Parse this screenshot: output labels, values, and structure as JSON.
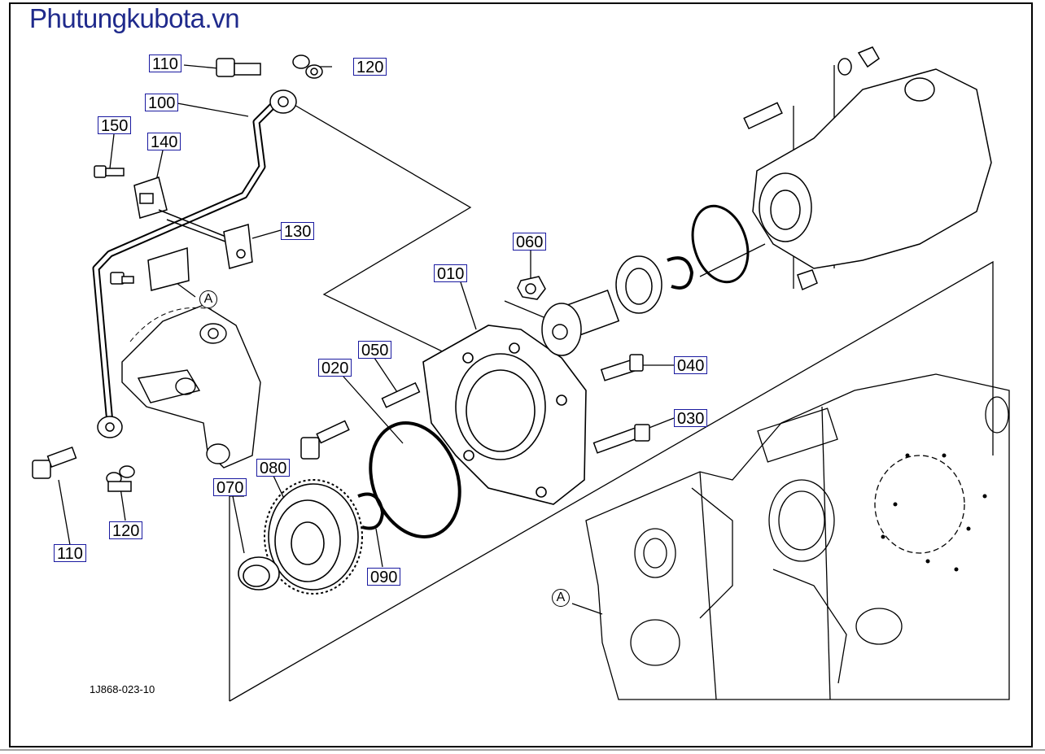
{
  "watermark": "Phutungkubota.vn",
  "drawing_code": "1J868-023-10",
  "ref_letter": "A",
  "callouts": [
    "110",
    "120",
    "100",
    "150",
    "140",
    "130",
    "060",
    "010",
    "050",
    "020",
    "040",
    "030",
    "080",
    "070",
    "090",
    "120",
    "110"
  ]
}
